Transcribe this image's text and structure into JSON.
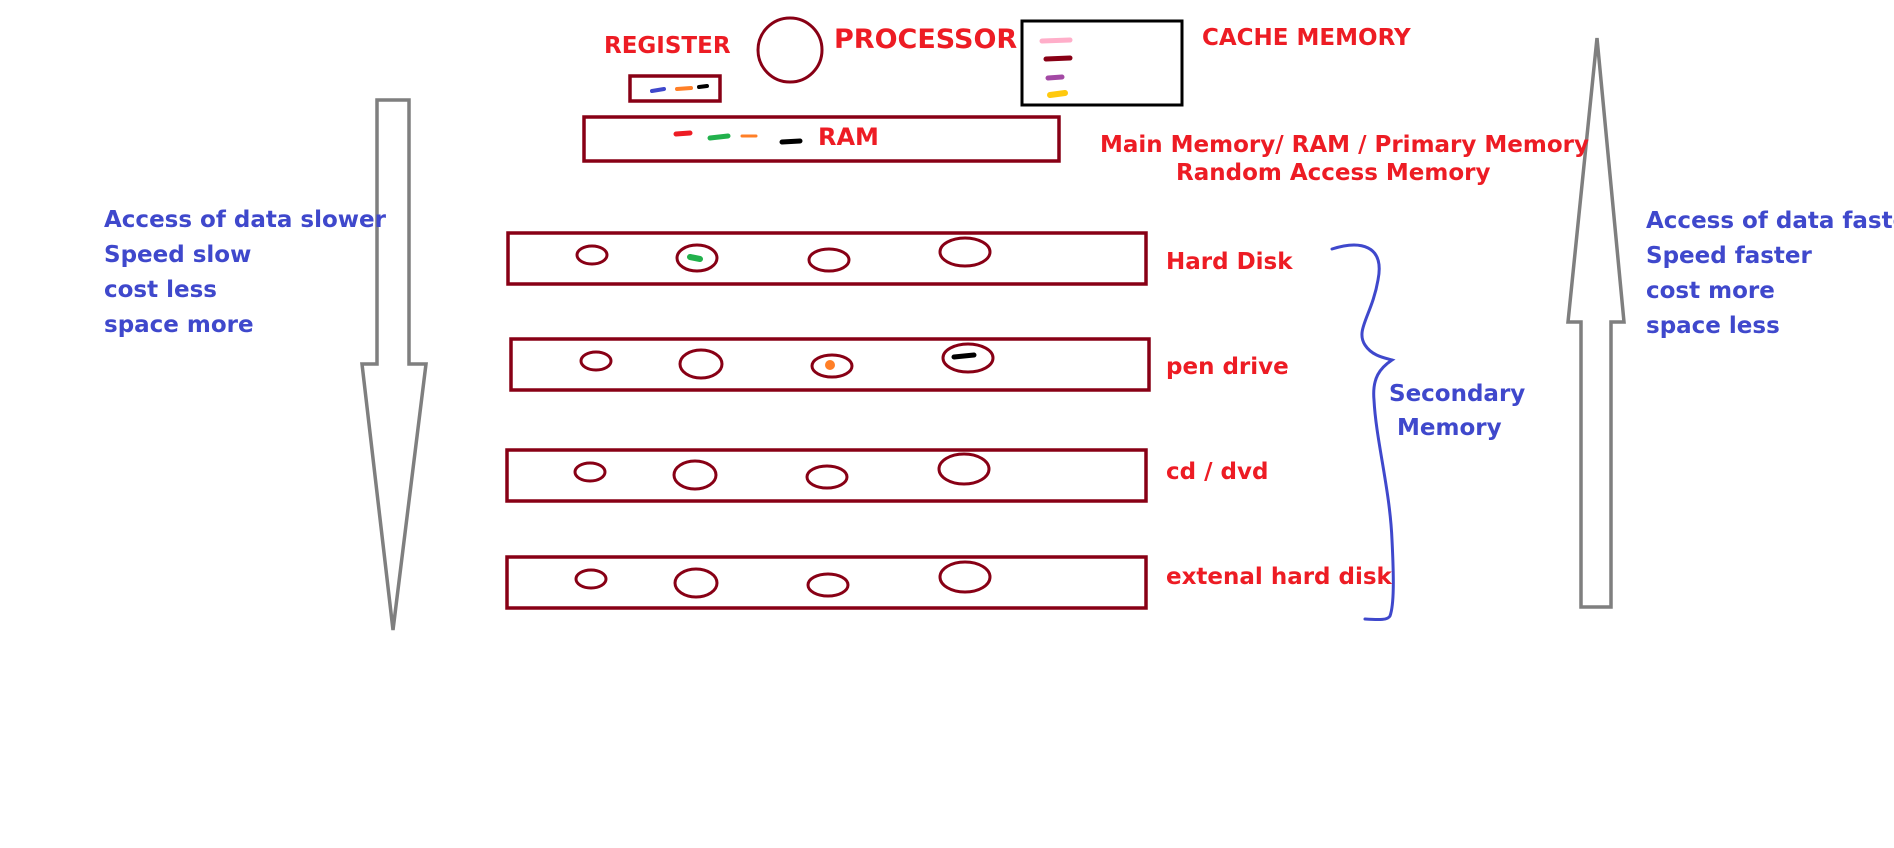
{
  "colors": {
    "box": "#880015",
    "label_red": "#ed1c24",
    "label_blue": "#3f48cc",
    "arrow": "#7f7f7f"
  },
  "top": {
    "register": "REGISTER",
    "processor": "PROCESSOR",
    "cache": "CACHE MEMORY",
    "ram": "RAM"
  },
  "main_memory": {
    "line1": "Main Memory/ RAM / Primary Memory",
    "line2": "Random Access Memory"
  },
  "storage": {
    "hard_disk": "Hard Disk",
    "pen_drive": "pen drive",
    "cd_dvd": "cd / dvd",
    "external": "extenal hard disk"
  },
  "secondary": {
    "line1": "Secondary",
    "line2": "Memory"
  },
  "left_notes": [
    "Access of data slower",
    "Speed slow",
    "cost less",
    "space more"
  ],
  "right_notes": [
    "Access of data faster",
    "Speed faster",
    "cost more",
    "space less"
  ],
  "icons": {
    "down_arrow": "down-arrow-icon",
    "up_arrow": "up-arrow-icon",
    "brace": "curly-brace-icon"
  }
}
